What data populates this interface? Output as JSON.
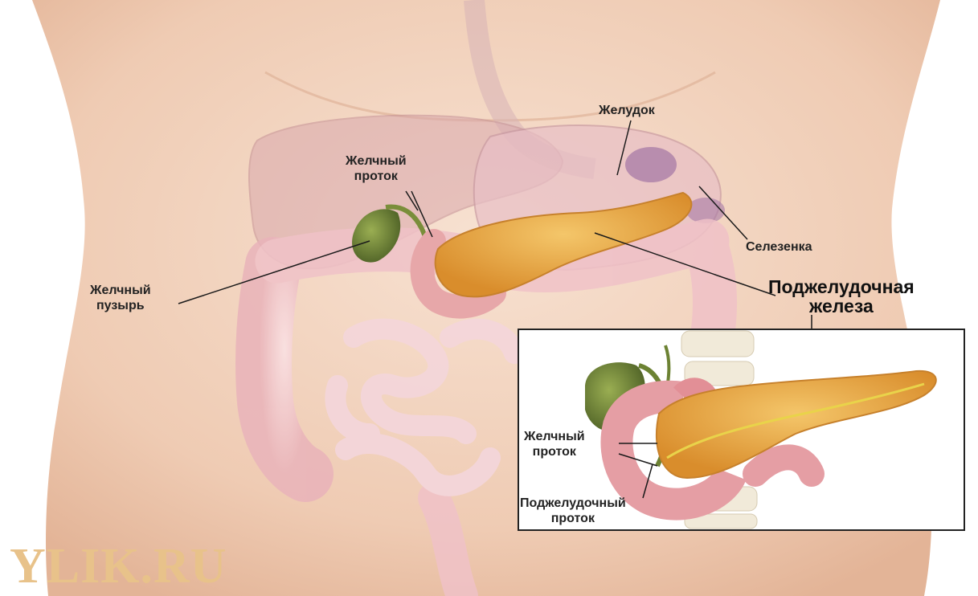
{
  "labels": {
    "stomach": "Желудок",
    "bile_duct_line1": "Желчный",
    "bile_duct_line2": "проток",
    "gallbladder_line1": "Желчный",
    "gallbladder_line2": "пузырь",
    "spleen": "Селезенка",
    "pancreas_line1": "Поджелудочная",
    "pancreas_line2": "железа",
    "inset_bile_duct_line1": "Желчный",
    "inset_bile_duct_line2": "проток",
    "inset_pancreatic_duct_line1": "Поджелудочный",
    "inset_pancreatic_duct_line2": "проток"
  },
  "watermark": "YLIK.RU",
  "colors": {
    "skin": "#f3d3bd",
    "liver": "#d9a8ad",
    "stomach": "#e8bfc6",
    "pancreas": "#e8a53c",
    "gallbladder": "#7c8f3a",
    "intestine": "#f2c4ca",
    "spleen": "#a77aa6",
    "watermark": "#e8c28a"
  }
}
